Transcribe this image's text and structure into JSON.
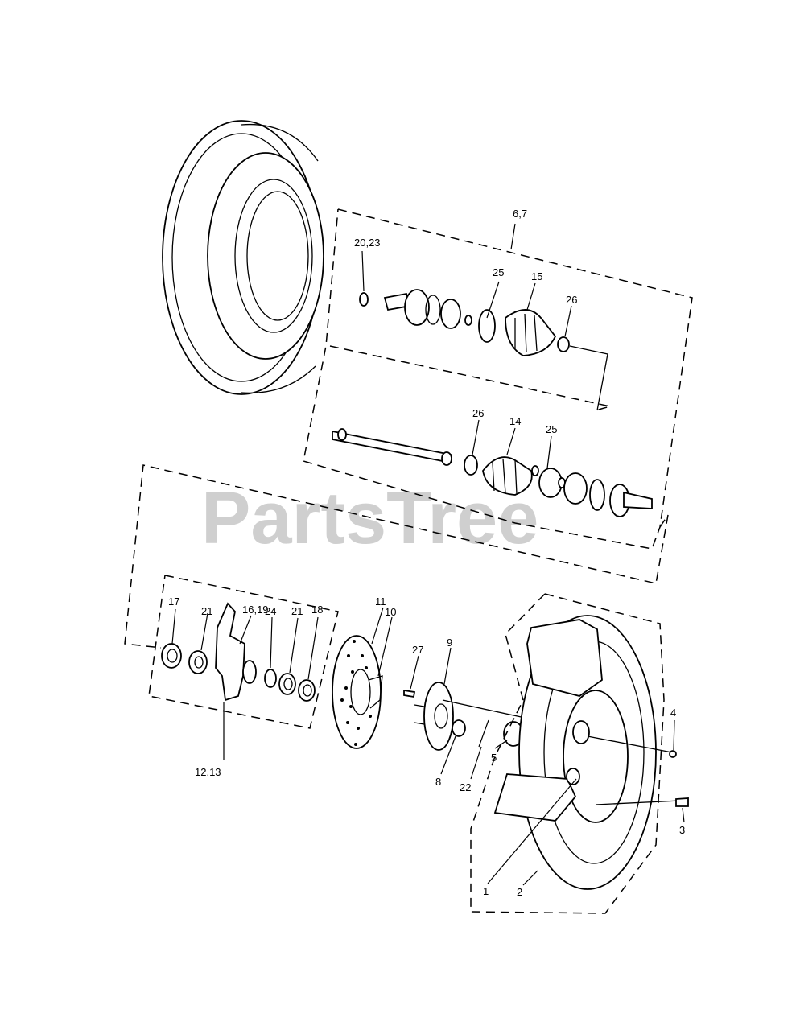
{
  "watermark": "PartsTree",
  "callouts": {
    "c1": "1",
    "c2": "2",
    "c3": "3",
    "c4": "4",
    "c5": "5",
    "c6_7": "6,7",
    "c8": "8",
    "c9": "9",
    "c10": "10",
    "c11": "11",
    "c12_13": "12,13",
    "c14": "14",
    "c15": "15",
    "c16_19": "16,19",
    "c17": "17",
    "c18": "18",
    "c20_23": "20,23",
    "c21a": "21",
    "c21b": "21",
    "c22": "22",
    "c24": "24",
    "c25a": "25",
    "c25b": "25",
    "c26a": "26",
    "c26b": "26",
    "c27": "27"
  }
}
